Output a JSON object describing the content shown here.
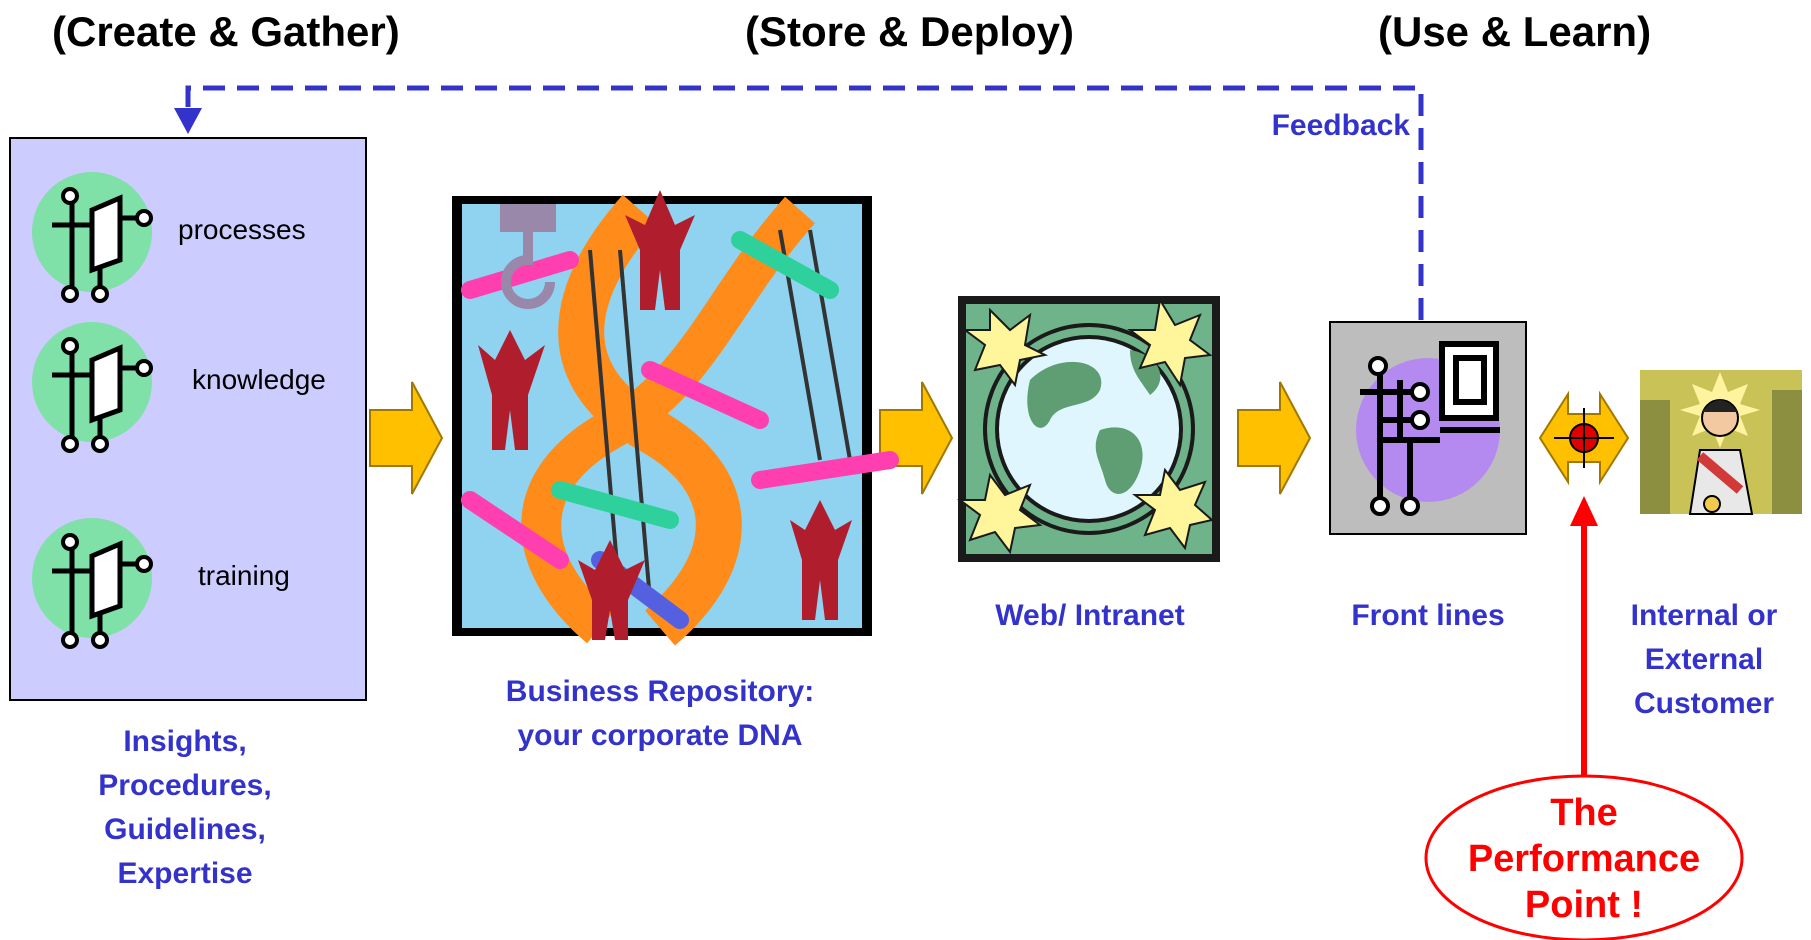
{
  "stages": {
    "create": "(Create & Gather)",
    "store": "(Store & Deploy)",
    "use": "(Use & Learn)"
  },
  "feedback_label": "Feedback",
  "left_panel": {
    "items": [
      {
        "label": "processes"
      },
      {
        "label": "knowledge"
      },
      {
        "label": "training"
      }
    ],
    "caption": [
      "Insights,",
      "Procedures,",
      "Guidelines,",
      "Expertise"
    ]
  },
  "repository": {
    "caption": [
      "Business Repository:",
      "your corporate DNA"
    ]
  },
  "web": {
    "caption": "Web/ Intranet"
  },
  "frontlines": {
    "caption": "Front lines"
  },
  "customer": {
    "caption": [
      "Internal or",
      "External",
      "Customer"
    ]
  },
  "performance_point": [
    "The",
    "Performance",
    "Point !"
  ],
  "colors": {
    "caption_blue": "#3333CC",
    "feedback_line": "#3333CC",
    "panel_fill": "#CCCCFF",
    "arrow_fill": "#FFC000",
    "highlight_red": "#FF0000"
  }
}
